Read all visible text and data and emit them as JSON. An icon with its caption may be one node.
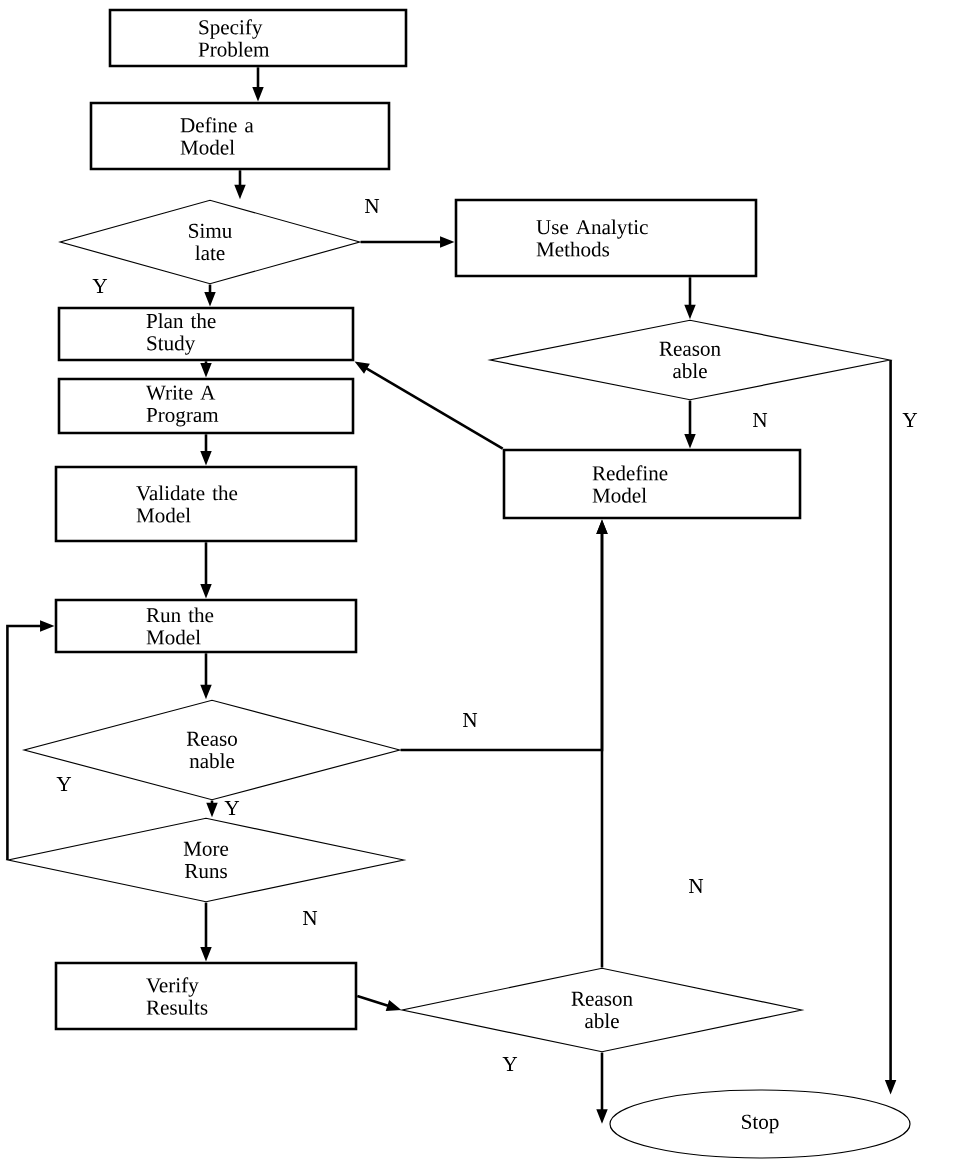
{
  "diagram": {
    "nodes": [
      {
        "text": [
          "Specify Problem"
        ]
      },
      {
        "text": [
          "Define a Model"
        ]
      },
      {
        "text": [
          "Simu late"
        ]
      },
      {
        "text": [
          "Use Analytic Methods"
        ]
      },
      {
        "text": [
          "Reason able"
        ]
      },
      {
        "text": [
          "Plan the Study"
        ]
      },
      {
        "text": [
          "Write A Program"
        ]
      },
      {
        "text": [
          "Validate the Model"
        ]
      },
      {
        "text": [
          "Redefine Model"
        ]
      },
      {
        "text": [
          "Run the Model"
        ]
      },
      {
        "text": [
          "Reaso nable"
        ]
      },
      {
        "text": [
          "More Runs"
        ]
      },
      {
        "text": [
          "Verify Results"
        ]
      },
      {
        "text": [
          "Reason able"
        ]
      },
      {
        "text": [
          "Stop"
        ]
      }
    ],
    "edges": [
      {
        "from": 0,
        "to": 1,
        "arrow": "to"
      },
      {
        "from": 1,
        "to": 2,
        "arrow": "to"
      },
      {
        "from": 2,
        "to": 3,
        "arrow": "to",
        "label": "N"
      },
      {
        "from": 2,
        "to": 5,
        "arrow": "to",
        "label": "Y"
      },
      {
        "from": 3,
        "to": 4,
        "arrow": "to"
      },
      {
        "from": 4,
        "to": 8,
        "arrow": "to",
        "label": "N"
      },
      {
        "from": 4,
        "to": 14,
        "arrow": "to",
        "label": "Y"
      },
      {
        "from": 8,
        "to": 5,
        "arrow": "to"
      },
      {
        "from": 5,
        "to": 6,
        "arrow": "to"
      },
      {
        "from": 6,
        "to": 7,
        "arrow": "to"
      },
      {
        "from": 7,
        "to": 9,
        "arrow": "to"
      },
      {
        "from": 9,
        "to": 10,
        "arrow": "to"
      },
      {
        "from": 10,
        "to": 8,
        "arrow": "to",
        "label": "N"
      },
      {
        "from": 10,
        "to": 11,
        "arrow": "to",
        "label": "Y"
      },
      {
        "from": 11,
        "to": 9,
        "arrow": "to",
        "label": "Y"
      },
      {
        "from": 11,
        "to": 12,
        "arrow": "to",
        "label": "N"
      },
      {
        "from": 12,
        "to": 13,
        "arrow": "to"
      },
      {
        "from": 13,
        "to": 8,
        "arrow": "to",
        "label": "N"
      },
      {
        "from": 13,
        "to": 14,
        "arrow": "to",
        "label": "Y"
      }
    ]
  }
}
